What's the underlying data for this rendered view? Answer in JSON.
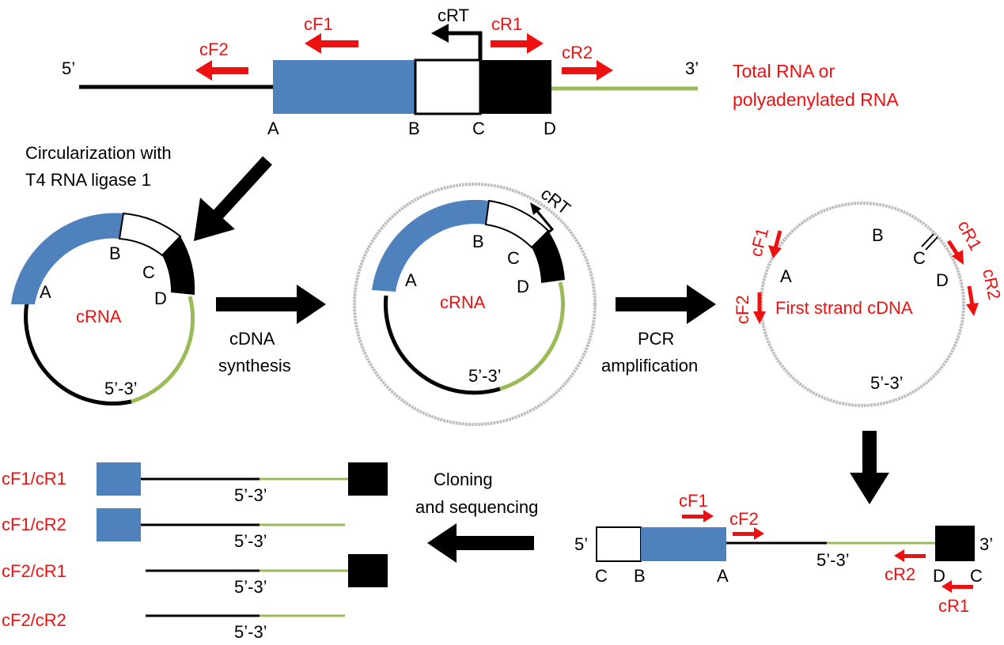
{
  "colors": {
    "blue": "#4f81bd",
    "black": "#000000",
    "green": "#9bbb59",
    "red": "#ee1111",
    "gray": "#bfbfbf",
    "white": "#ffffff"
  },
  "top": {
    "five_prime": "5’",
    "three_prime": "3’",
    "sample_label_line1": "Total RNA or",
    "sample_label_line2": "polyadenylated RNA",
    "primers": {
      "cF1": "cF1",
      "cF2": "cF2",
      "cR1": "cR1",
      "cR2": "cR2",
      "cRT": "cRT"
    },
    "sites": {
      "A": "A",
      "B": "B",
      "C": "C",
      "D": "D"
    }
  },
  "step1": {
    "line1": "Circularization with",
    "line2": "T4 RNA ligase 1"
  },
  "circle1": {
    "center": "cRNA",
    "A": "A",
    "B": "B",
    "C": "C",
    "D": "D",
    "junction": "5’-3’"
  },
  "step2": {
    "line1": "cDNA",
    "line2": "synthesis"
  },
  "circle2": {
    "center": "cRNA",
    "A": "A",
    "B": "B",
    "C": "C",
    "D": "D",
    "junction": "5’-3’",
    "primer": "cRT"
  },
  "step3": {
    "line1": "PCR",
    "line2": "amplification"
  },
  "circle3": {
    "center": "First strand cDNA",
    "A": "A",
    "B": "B",
    "C": "C",
    "D": "D",
    "junction": "5’-3’",
    "cF1": "cF1",
    "cF2": "cF2",
    "cR1": "cR1",
    "cR2": "cR2"
  },
  "linear": {
    "five_prime": "5’",
    "three_prime": "3’",
    "C_left": "C",
    "B": "B",
    "A": "A",
    "D": "D",
    "C_right": "C",
    "junction": "5’-3’",
    "cF1": "cF1",
    "cF2": "cF2",
    "cR1": "cR1",
    "cR2": "cR2"
  },
  "step4": {
    "line1": "Cloning",
    "line2": "and sequencing"
  },
  "products": [
    {
      "label": "cF1/cR1",
      "junction": "5’-3’"
    },
    {
      "label": "cF1/cR2",
      "junction": "5’-3’"
    },
    {
      "label": "cF2/cR1",
      "junction": "5’-3’"
    },
    {
      "label": "cF2/cR2",
      "junction": "5’-3’"
    }
  ]
}
